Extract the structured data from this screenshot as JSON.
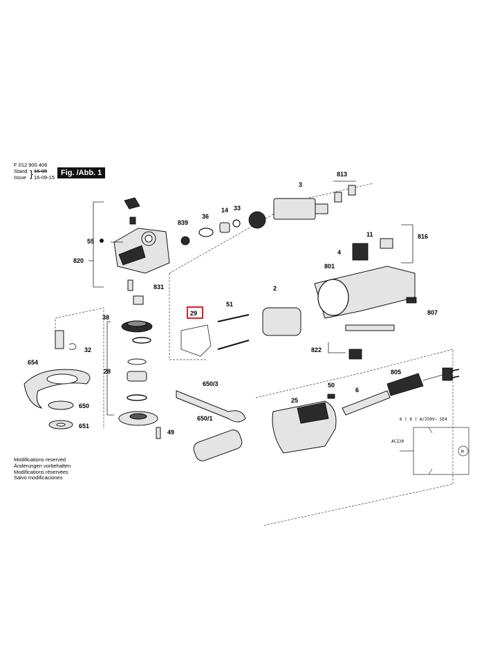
{
  "header": {
    "code": "F 012 900 406",
    "stand_label": "Stand",
    "issue_label": "Issue",
    "stand_value": "16-05",
    "issue_value": "16-09-15",
    "figure": "Fig. /Abb. 1"
  },
  "modifications": [
    "Modifications reserved",
    "Änderungen vorbehalten",
    "Modifications réservées",
    "Salvo modificaciones"
  ],
  "highlight_color": "#e02020",
  "parts": {
    "p813": "813",
    "p3": "3",
    "p839": "839",
    "p36": "36",
    "p14": "14",
    "p33": "33",
    "p55": "55",
    "p820": "820",
    "p831": "831",
    "p11": "11",
    "p816": "816",
    "p4": "4",
    "p801": "801",
    "p2": "2",
    "p51": "51",
    "p29": "29",
    "p807": "807",
    "p38": "38",
    "p32": "32",
    "p654": "654",
    "p28": "28",
    "p822": "822",
    "p650": "650",
    "p651": "651",
    "p650_3": "650/3",
    "p805": "805",
    "p50": "50",
    "p6": "6",
    "p25": "25",
    "p650_1": "650/1",
    "p49": "49"
  },
  "schematic": {
    "rating": "6 ( 6 ) A/250V~  5E4",
    "supply": "AC220",
    "motor": "M"
  }
}
